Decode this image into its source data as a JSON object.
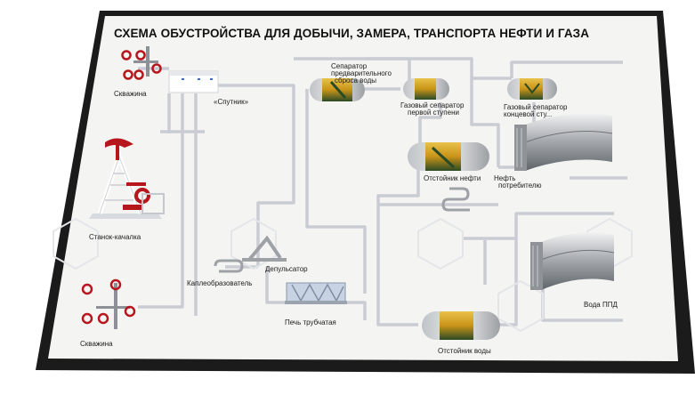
{
  "title": "СХЕМА ОБУСТРОЙСТВА ДЛЯ ДОБЫЧИ, ЗАМЕРА, ТРАНСПОРТА НЕФТИ И ГАЗА",
  "labels": {
    "well_top": "Скважина",
    "sputnik": "«Спутник»",
    "pump_jack": "Станок-качалка",
    "well_bottom": "Скважина",
    "drop_former": "Каплеобразователь",
    "depulsator": "Депульсатор",
    "tube_furnace": "Печь трубчатая",
    "separator_pre_1": "Сепаратор",
    "separator_pre_2": "предварительного",
    "separator_pre_3": "сброса воды",
    "gas_sep_first_1": "Газовый сепаратор",
    "gas_sep_first_2": "первой ступени",
    "gas_sep_final_1": "Газовый сепаратор",
    "gas_sep_final_2": "концевой сту...",
    "oil_settler": "Отстойник нефти",
    "oil_consumer_1": "Нефть",
    "oil_consumer_2": "потребителю",
    "water_settler": "Отстойник воды",
    "water_ppd": "Вода ППД"
  },
  "colors": {
    "frame": "#1b1b1b",
    "board": "#f4f5f3",
    "pipe": "#c9ccd3",
    "tank_yellow": "#d9a21f",
    "tank_green": "#2a4a25",
    "valve_red": "#b8161d"
  }
}
